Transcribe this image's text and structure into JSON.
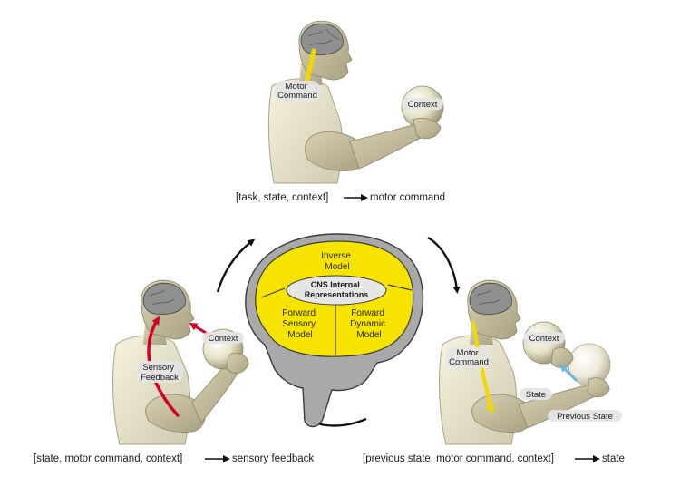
{
  "top_figure": {
    "motor_command": [
      "Motor",
      "Command"
    ],
    "context": "Context",
    "caption": "[task, state, context]",
    "caption_result": "motor command"
  },
  "brain": {
    "inverse_model": [
      "Inverse",
      "Model"
    ],
    "cns": [
      "CNS Internal",
      "Representations"
    ],
    "forward_sensory": [
      "Forward",
      "Sensory",
      "Model"
    ],
    "forward_dynamic": [
      "Forward",
      "Dynamic",
      "Model"
    ]
  },
  "left_figure": {
    "context": "Context",
    "sensory_feedback": [
      "Sensory",
      "Feedback"
    ],
    "caption": "[state, motor command, context]",
    "caption_result": "sensory feedback"
  },
  "right_figure": {
    "motor_command": [
      "Motor",
      "Command"
    ],
    "context": "Context",
    "state": "State",
    "previous_state": "Previous State",
    "caption": "[previous state, motor command, context]",
    "caption_result": "state"
  },
  "colors": {
    "brain_yellow": "#f6e400",
    "brain_gray": "#a9a9a9",
    "skin": "#c9c2a2",
    "shirt": "#eeeacf",
    "hair": "#3a3a3a",
    "sensory_arrow": "#d4002a",
    "motor_arrow": "#f2d800",
    "state_arrow": "#6fb6dc",
    "label_bg": "#e4e4e4"
  }
}
